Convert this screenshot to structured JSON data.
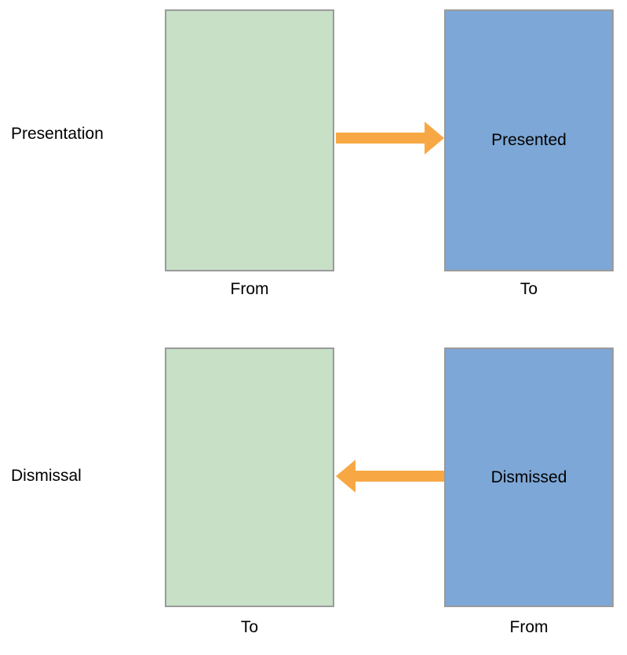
{
  "colors": {
    "background": "#FFFFFF",
    "green_box": "#C7E0C6",
    "blue_box": "#7DA7D6",
    "arrow": "#F7A845",
    "box_border": "#9A9A9A",
    "text": "#000000"
  },
  "presentation_row": {
    "label": "Presentation",
    "arrow_direction": "right",
    "from_box": {
      "caption": "From",
      "fill": "green",
      "text": ""
    },
    "to_box": {
      "caption": "To",
      "fill": "blue",
      "text": "Presented"
    }
  },
  "dismissal_row": {
    "label": "Dismissal",
    "arrow_direction": "left",
    "from_box": {
      "caption": "From",
      "fill": "blue",
      "text": "Dismissed"
    },
    "to_box": {
      "caption": "To",
      "fill": "green",
      "text": ""
    }
  }
}
